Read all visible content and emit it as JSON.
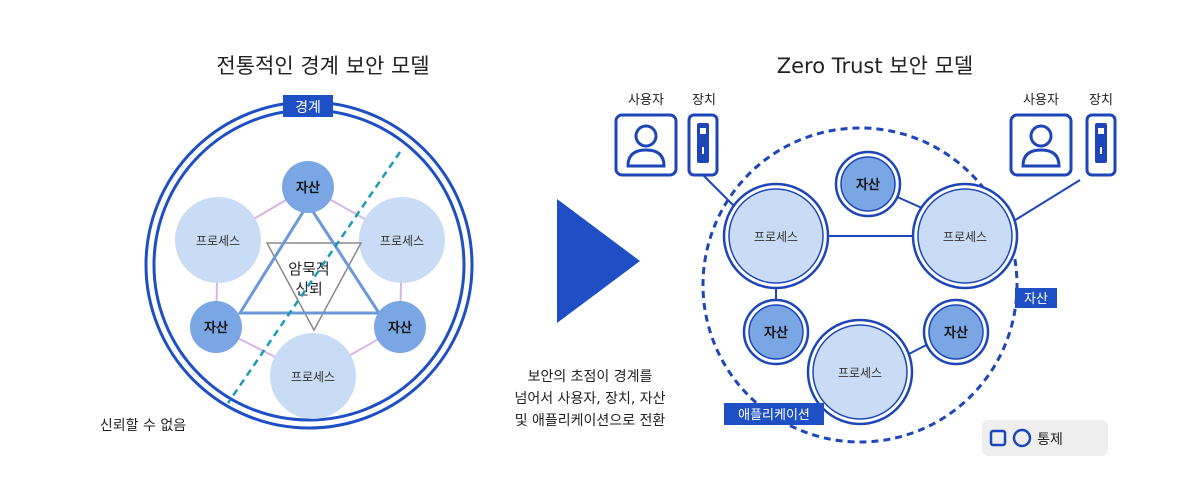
{
  "left": {
    "title": "전통적인 경계 보안 모델",
    "perimeter_label": "경계",
    "asset_label": "자산",
    "process_label": "프로세스",
    "implicit_trust_line1": "암묵적",
    "implicit_trust_line2": "신뢰",
    "untrusted_label": "신뢰할 수 없음"
  },
  "middle": {
    "caption_line1": "보안의 초점이 경계를",
    "caption_line2": "넘어서 사용자, 장치, 자산",
    "caption_line3": "및 애플리케이션으로 전환"
  },
  "right": {
    "title": "Zero Trust 보안 모델",
    "user_label": "사용자",
    "device_label": "장치",
    "asset_label": "자산",
    "process_label": "프로세스",
    "asset_tag": "자산",
    "application_tag": "애플리케이션",
    "control_legend": "통제"
  },
  "colors": {
    "primary_blue": "#1f4fc4",
    "light_process": "#c9dcf5",
    "asset_fill": "#7aa6e3",
    "dashed_teal": "#1a9bb6",
    "connector_pink": "#d7b5e6",
    "zt_border": "#1e46b8"
  }
}
